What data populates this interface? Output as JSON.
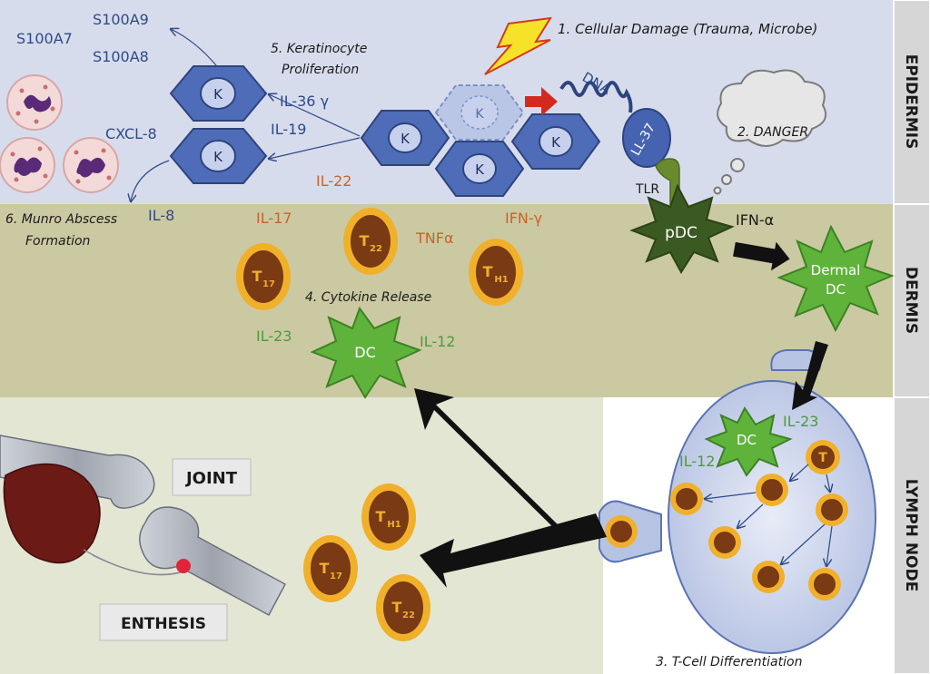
{
  "layers": {
    "epidermis": "EPIDERMIS",
    "dermis": "DERMIS",
    "lymph_node": "LYMPH NODE"
  },
  "steps": {
    "step1": "1. Cellular Damage (Trauma, Microbe)",
    "step2": "2. DANGER",
    "step3": "3. T-Cell Differentiation",
    "step4": "4. Cytokine Release",
    "step5_line1": "5. Keratinocyte",
    "step5_line2": "Proliferation",
    "step6_line1": "6. Munro Abscess",
    "step6_line2": "Formation"
  },
  "proteins": {
    "s100a9": "S100A9",
    "s100a7": "S100A7",
    "s100a8": "S100A8",
    "cxcl8": "CXCL-8",
    "il8": "IL-8",
    "dna": "DNA",
    "ll37": "LL-37",
    "tlr": "TLR"
  },
  "cytokines": {
    "il36g": "IL-36 γ",
    "il19": "IL-19",
    "il22": "IL-22",
    "il17": "IL-17",
    "tnfa": "TNFα",
    "ifng": "IFN-γ",
    "ifna": "IFN-α",
    "il23": "IL-23",
    "il12": "IL-12",
    "ln_il23": "IL-23",
    "ln_il12": "IL-12"
  },
  "cells": {
    "keratinocyte": "K",
    "pdc": "pDC",
    "dermal_dc_line1": "Dermal",
    "dermal_dc_line2": "DC",
    "dc": "DC",
    "ln_dc": "DC",
    "t_cell": "T",
    "t_sub_17": "17",
    "t_sub_22": "22",
    "t_sub_h1": "H1"
  },
  "anatomy": {
    "joint": "JOINT",
    "enthesis": "ENTHESIS"
  },
  "colors": {
    "epidermis_bg": "#d7dcec",
    "dermis_bg": "#cbc9a2",
    "lower_bg": "#e4e6d4",
    "keratinocyte": "#4f6cb8",
    "tcell_ring": "#f1b02a",
    "tcell_core": "#7a3a14",
    "dc_green": "#5fb33b",
    "pdc_dark": "#3b5a22",
    "arrow_red": "#d32a1f",
    "lightning": "#f7e22a"
  },
  "icons": [
    "lightning-bolt-icon",
    "thought-cloud-icon",
    "tlr-receptor-icon"
  ]
}
